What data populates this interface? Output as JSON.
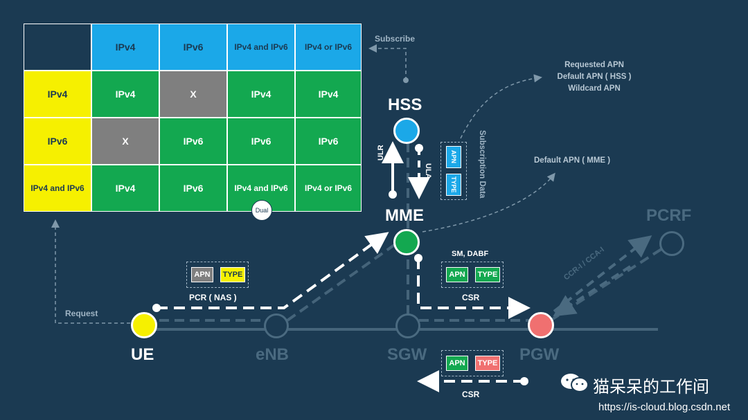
{
  "table": {
    "headers": [
      "IPv4",
      "IPv6",
      "IPv4 and IPv6",
      "IPv4 or IPv6"
    ],
    "rows": [
      {
        "label": "IPv4",
        "cells": [
          "IPv4",
          "X",
          "IPv4",
          "IPv4"
        ]
      },
      {
        "label": "IPv6",
        "cells": [
          "X",
          "IPv6",
          "IPv6",
          "IPv6"
        ]
      },
      {
        "label": "IPv4 and IPv6",
        "cells": [
          "IPv4",
          "IPv6",
          "IPv4 and IPv6",
          "IPv4 or IPv6"
        ]
      }
    ],
    "dual_badge": "Dual"
  },
  "nodes": {
    "ue": "UE",
    "enb": "eNB",
    "sgw": "SGW",
    "pgw": "PGW",
    "mme": "MME",
    "hss": "HSS",
    "pcrf": "PCRF"
  },
  "annotations": {
    "subscribe": "Subscribe",
    "request": "Request",
    "apn_list": [
      "Requested APN",
      "Default APN ( HSS )",
      "Wildcard APN"
    ],
    "default_apn_mme": "Default APN ( MME )",
    "subscription_data": "Subscription Data",
    "ulr": "ULR",
    "ula": "ULA",
    "pcr": "PCR ( NAS )",
    "sm_dabf": "SM, DABF",
    "csr_top": "CSR",
    "csr_bottom": "CSR",
    "ccr": "CCR-I / CCA-I"
  },
  "tags": {
    "apn": "APN",
    "type": "TYPE"
  },
  "watermark": {
    "brand": "猫呆呆的工作间",
    "url": "https://is-cloud.blog.csdn.net"
  },
  "colors": {
    "background": "#1b3a52",
    "ipv4_header": "#1ba8e8",
    "ue": "#f6f000",
    "mme": "#13a850",
    "hss": "#1ba8e8",
    "pgw": "#f07070",
    "inactive": "#4a6a80"
  }
}
